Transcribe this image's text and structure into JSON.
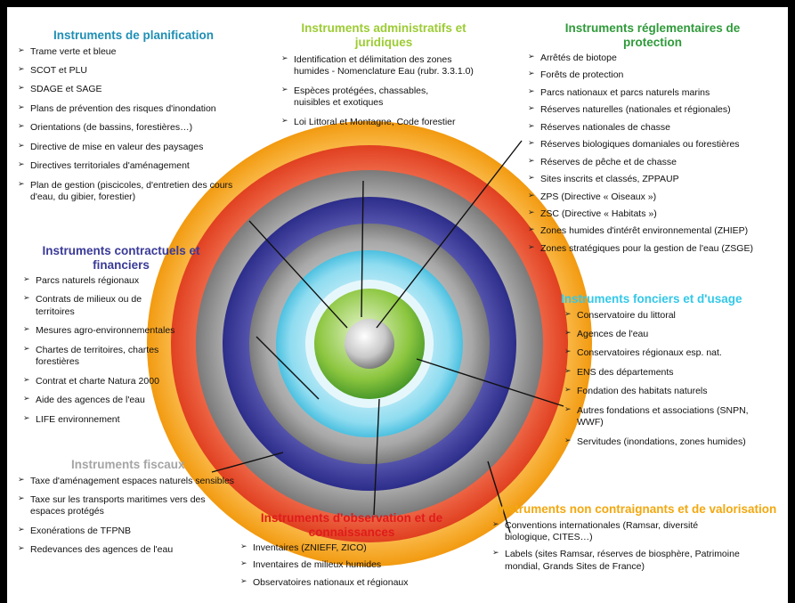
{
  "colors": {
    "planification": "#1f8fb5",
    "administratif": "#9ccc33",
    "reglementaire": "#2f9a3a",
    "contractuel": "#3a3a98",
    "fiscal": "#a5a5a5",
    "observation": "#e01b1b",
    "foncier": "#33c8e8",
    "non_contraignant": "#f2a80f"
  },
  "sections": {
    "planification": {
      "title": "Instruments de planification",
      "items": [
        "Trame verte et bleue",
        "SCOT et PLU",
        "SDAGE et SAGE",
        "Plans de prévention des risques d'inondation",
        "Orientations (de bassins, forestières…)",
        "Directive de mise en valeur des paysages",
        "Directives territoriales d'aménagement",
        "Plan de gestion (piscicoles, d'entretien des cours d'eau, du gibier, forestier)"
      ]
    },
    "administratif": {
      "title": "Instruments administratifs et juridiques",
      "items": [
        "Identification et délimitation des zones humides - Nomenclature Eau (rubr. 3.3.1.0)",
        "Espèces protégées, chassables, nuisibles et exotiques",
        "Loi Littoral et Montagne, Code forestier"
      ]
    },
    "reglementaire": {
      "title": "Instruments réglementaires de protection",
      "items": [
        "Arrêtés de biotope",
        "Forêts de protection",
        "Parcs nationaux et parcs naturels marins",
        "Réserves naturelles (nationales et régionales)",
        "Réserves nationales de chasse",
        "Réserves biologiques domaniales ou forestières",
        "Réserves de pêche et de chasse",
        "Sites inscrits et classés, ZPPAUP",
        "ZPS (Directive « Oiseaux »)",
        "ZSC (Directive « Habitats »)",
        "Zones humides d'intérêt environnemental (ZHIEP)",
        "Zones stratégiques pour la gestion de l'eau (ZSGE)"
      ]
    },
    "contractuel": {
      "title": "Instruments contractuels et financiers",
      "items": [
        "Parcs naturels régionaux",
        "Contrats de milieux ou de territoires",
        "Mesures agro-environnementales",
        "Chartes de territoires, chartes forestières",
        "Contrat et charte Natura 2000",
        "Aide des agences de l'eau",
        "LIFE environnement"
      ]
    },
    "foncier": {
      "title": "Instruments fonciers et d'usage",
      "items": [
        "Conservatoire du littoral",
        "Agences de l'eau",
        "Conservatoires régionaux esp. nat.",
        "ENS des départements",
        "Fondation des habitats naturels",
        "Autres fondations et associations (SNPN, WWF)",
        "Servitudes (inondations, zones humides)"
      ]
    },
    "fiscal": {
      "title": "Instruments fiscaux",
      "items": [
        "Taxe d'aménagement espaces naturels sensibles",
        "Taxe sur les transports maritimes vers des espaces protégés",
        "Exonérations de TFPNB",
        "Redevances des agences de l'eau"
      ]
    },
    "observation": {
      "title": "Instruments d'observation et de connaissances",
      "items": [
        "Inventaires (ZNIEFF, ZICO)",
        "Inventaires de milieux humides",
        "Observatoires nationaux et régionaux"
      ]
    },
    "non_contraignant": {
      "title": "Instruments non contraignants et de valorisation",
      "items": [
        "Conventions internationales (Ramsar, diversité biologique, CITES…)",
        "Labels (sites Ramsar, réserves de biosphère, Patrimoine mondial, Grands Sites de France)"
      ]
    }
  }
}
